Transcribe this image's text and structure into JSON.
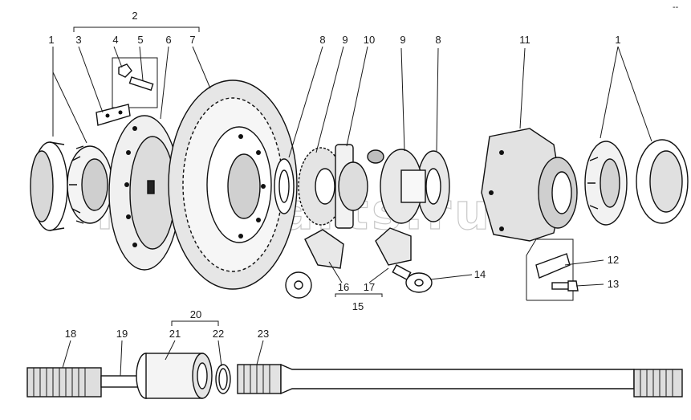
{
  "diagram": {
    "corner_mark": "--",
    "watermark": "nacaparts.ru",
    "callouts": {
      "c1_left": "1",
      "c2": "2",
      "c3": "3",
      "c4": "4",
      "c5": "5",
      "c6": "6",
      "c7": "7",
      "c8_left": "8",
      "c9_left": "9",
      "c10": "10",
      "c9_right": "9",
      "c8_right": "8",
      "c11": "11",
      "c1_right": "1",
      "c12": "12",
      "c13": "13",
      "c14": "14",
      "c15": "15",
      "c16": "16",
      "c17": "17",
      "c18": "18",
      "c19": "19",
      "c20": "20",
      "c21": "21",
      "c22": "22",
      "c23": "23"
    }
  }
}
